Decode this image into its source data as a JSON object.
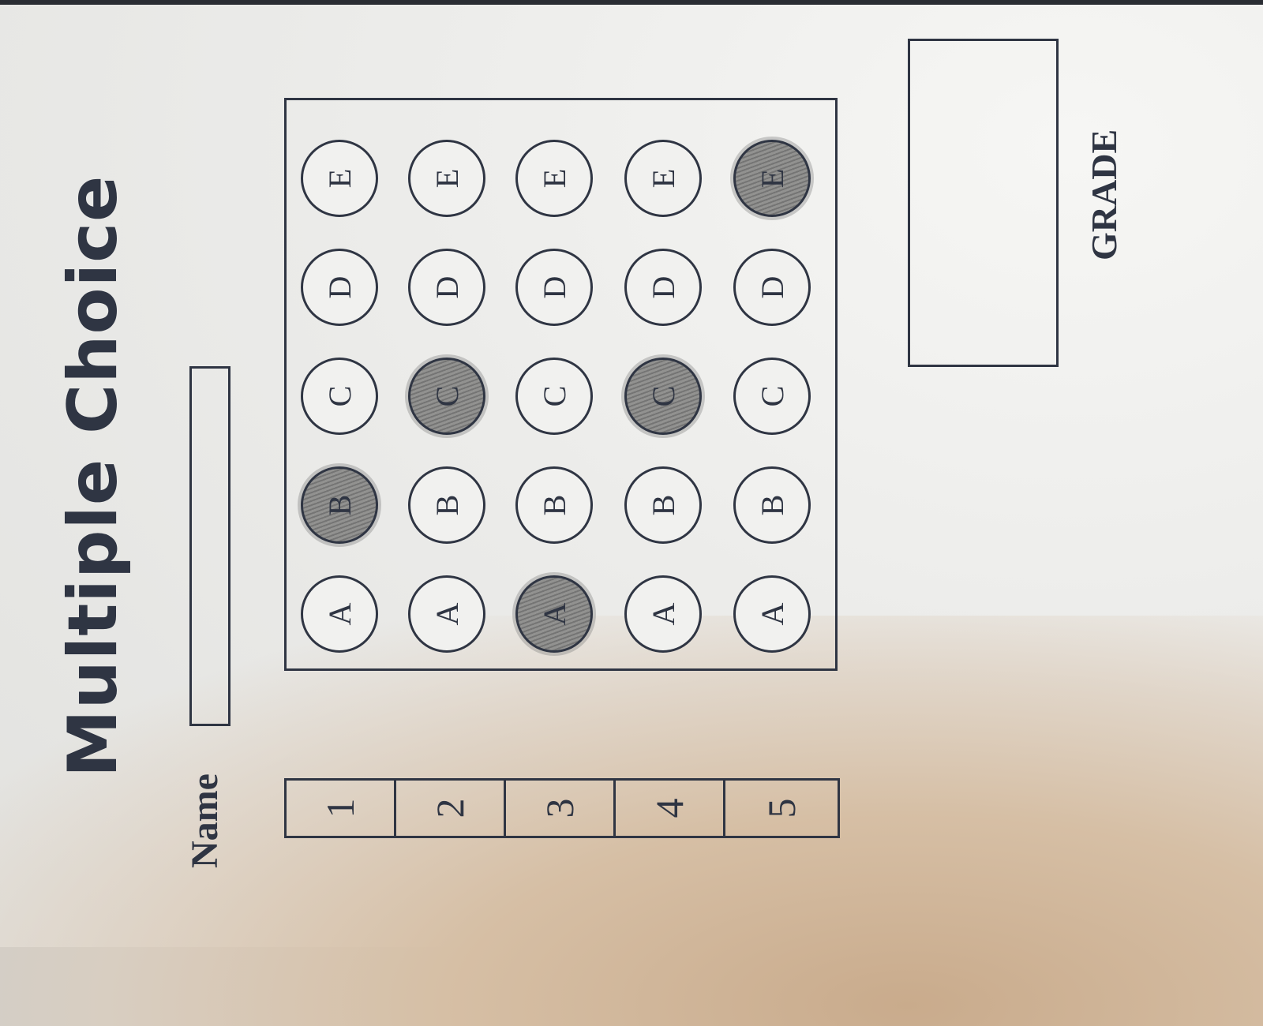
{
  "sheet": {
    "title": "Multiple Choice",
    "name_label": "Name",
    "name_value": "",
    "grade_label": "GRADE",
    "grade_value": ""
  },
  "questions": [
    {
      "number": "1",
      "options": [
        "A",
        "B",
        "C",
        "D",
        "E"
      ],
      "selected": "B"
    },
    {
      "number": "2",
      "options": [
        "A",
        "B",
        "C",
        "D",
        "E"
      ],
      "selected": "C"
    },
    {
      "number": "3",
      "options": [
        "A",
        "B",
        "C",
        "D",
        "E"
      ],
      "selected": "A"
    },
    {
      "number": "4",
      "options": [
        "A",
        "B",
        "C",
        "D",
        "E"
      ],
      "selected": "C"
    },
    {
      "number": "5",
      "options": [
        "A",
        "B",
        "C",
        "D",
        "E"
      ],
      "selected": "E"
    }
  ],
  "colors": {
    "ink": "#2f3543",
    "paper": "#ececea",
    "pencil_fill": "#8f8f8d"
  }
}
